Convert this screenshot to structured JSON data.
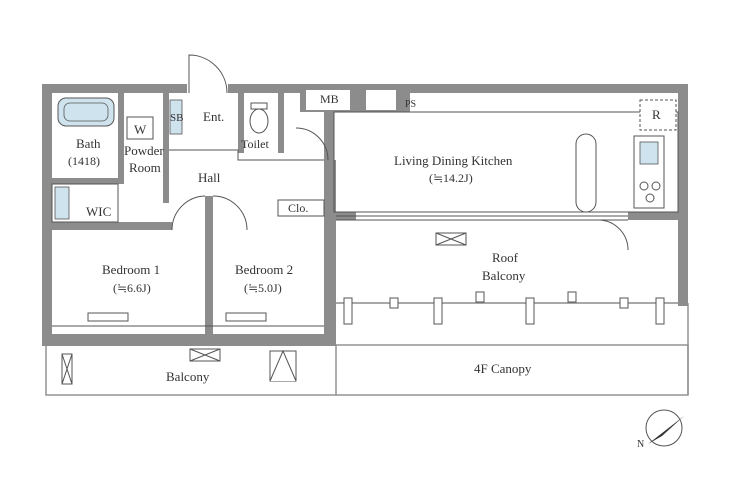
{
  "colors": {
    "wall": "#8c8c8c",
    "wall_dark": "#7a7a7a",
    "fixture_blue": "#cfe3ee",
    "line": "#555555",
    "background": "#ffffff"
  },
  "rooms": {
    "bath": {
      "name": "Bath",
      "size": "(1418)"
    },
    "powder_room": {
      "line1": "Powder",
      "line2": "Room"
    },
    "washer": "W",
    "shoe_box": "SB",
    "entrance": "Ent.",
    "toilet": "Toilet",
    "hall": "Hall",
    "wic": "WIC",
    "closet": "Clo.",
    "meter_box": "MB",
    "pipe_space": "PS",
    "refrigerator": "R",
    "ldk": {
      "name": "Living Dining Kitchen",
      "size": "(≒14.2J)"
    },
    "bedroom1": {
      "name": "Bedroom 1",
      "size": "(≒6.6J)"
    },
    "bedroom2": {
      "name": "Bedroom 2",
      "size": "(≒5.0J)"
    },
    "roof_balcony": {
      "line1": "Roof",
      "line2": "Balcony"
    },
    "balcony": "Balcony",
    "canopy": "4F Canopy"
  },
  "compass": {
    "label": "N",
    "icon": "north-arrow-icon"
  }
}
